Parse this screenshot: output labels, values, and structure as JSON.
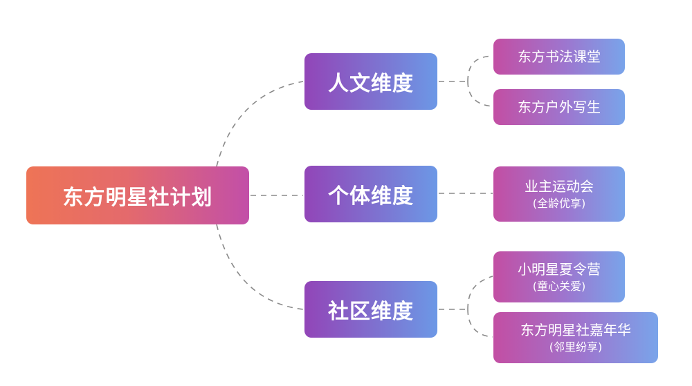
{
  "root": {
    "label": "东方明星社计划"
  },
  "dimensions": [
    {
      "label": "人文维度",
      "items": [
        {
          "label": "东方书法课堂",
          "sub": ""
        },
        {
          "label": "东方户外写生",
          "sub": ""
        }
      ]
    },
    {
      "label": "个体维度",
      "items": [
        {
          "label": "业主运动会",
          "sub": "(全龄优享)"
        }
      ]
    },
    {
      "label": "社区维度",
      "items": [
        {
          "label": "小明星夏令营",
          "sub": "(童心关爱)"
        },
        {
          "label": "东方明星社嘉年华",
          "sub": "(邻里纷享)"
        }
      ]
    }
  ],
  "colors": {
    "root_gradient": [
      "#ee7456",
      "#c24fa8"
    ],
    "dimension_gradient": [
      "#9245b8",
      "#6c98e6"
    ],
    "leaf_gradient": [
      "#c34ea3",
      "#79a4ea"
    ],
    "connector": "#8a8a8a"
  }
}
